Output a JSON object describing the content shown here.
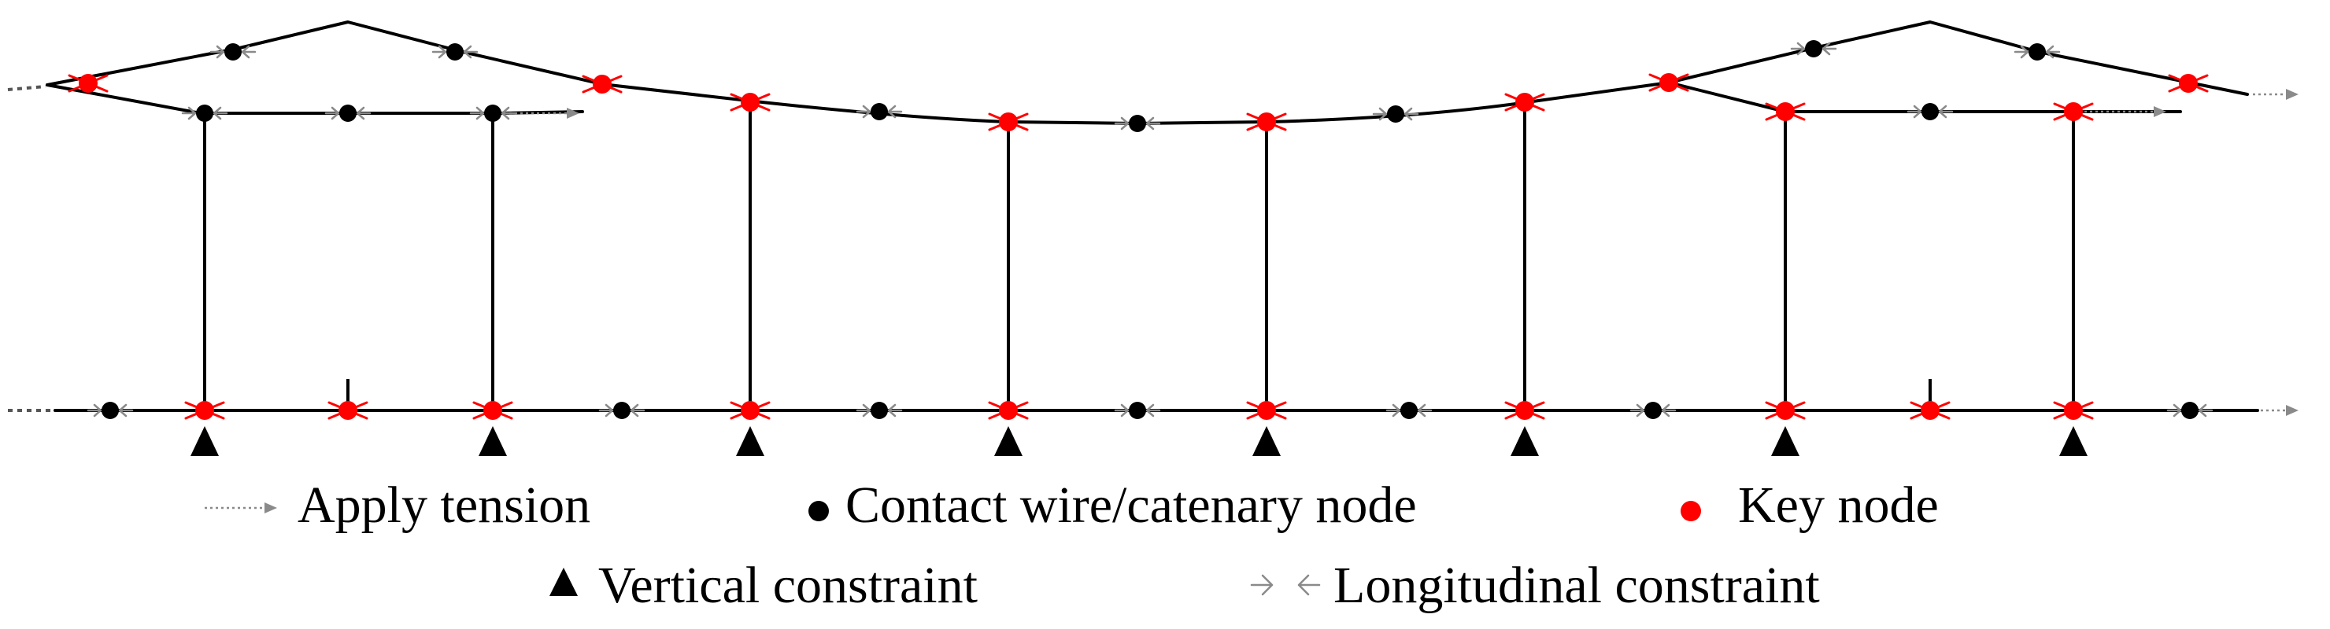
{
  "legend": {
    "apply_tension": "Apply tension",
    "contact_node": "Contact wire/catenary node",
    "key_node": "Key node",
    "vertical_constraint": "Vertical constraint",
    "longitudinal_constraint": "Longitudinal constraint"
  },
  "colors": {
    "wire": "#000000",
    "node": "#000000",
    "key_node": "#ff0000",
    "constraint_arrow": "#8a8a8a"
  }
}
